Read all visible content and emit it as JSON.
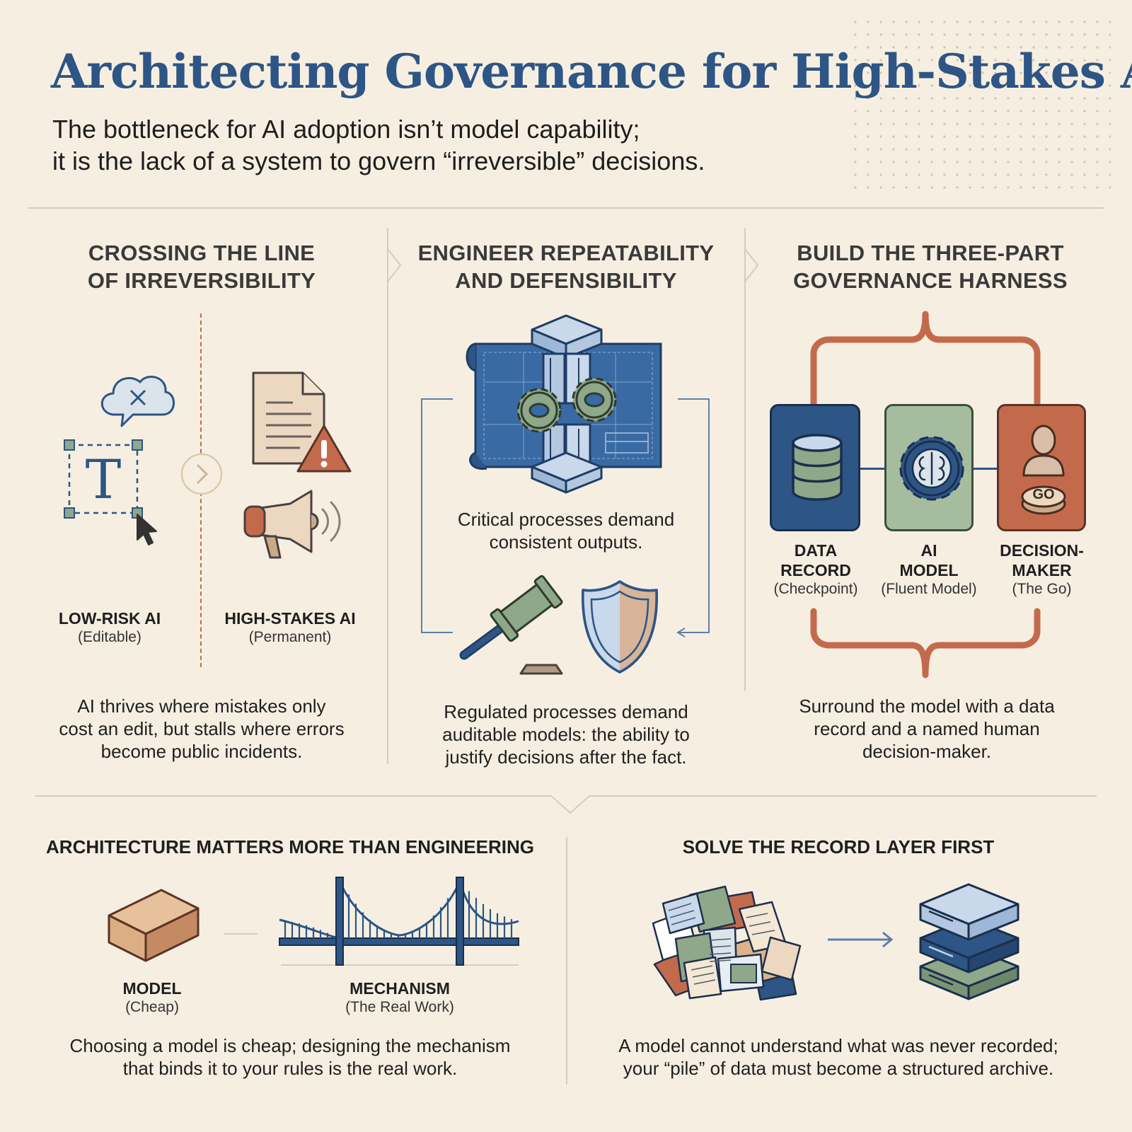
{
  "header": {
    "title": "Architecting Governance for High-Stakes AI",
    "subtitle_line1": "The bottleneck for AI adoption isn’t model capability;",
    "subtitle_line2": "it is the lack of a system to govern “irreversible” decisions."
  },
  "panel1": {
    "heading_line1": "CROSSING THE LINE",
    "heading_line2": "OF IRREVERSIBILITY",
    "left_label": "LOW-RISK AI",
    "left_sub": "(Editable)",
    "right_label": "HIGH-STAKES AI",
    "right_sub": "(Permanent)",
    "text_icon_glyph": "T",
    "body_line1": "AI thrives where mistakes only",
    "body_line2": "cost an edit, but stalls where errors",
    "body_line3": "become public incidents."
  },
  "panel2": {
    "heading_line1": "ENGINEER REPEATABILITY",
    "heading_line2": "AND DEFENSIBILITY",
    "mid_line1": "Critical processes demand",
    "mid_line2": "consistent outputs.",
    "body_line1": "Regulated processes demand",
    "body_line2": "auditable models: the ability to",
    "body_line3": "justify decisions after the fact."
  },
  "panel3": {
    "heading_line1": "BUILD THE THREE-PART",
    "heading_line2": "GOVERNANCE HARNESS",
    "go_label": "GO",
    "cards": [
      {
        "label_line1": "DATA",
        "label_line2": "RECORD",
        "sub": "(Checkpoint)"
      },
      {
        "label_line1": "AI",
        "label_line2": "MODEL",
        "sub": "(Fluent Model)"
      },
      {
        "label_line1": "DECISION-",
        "label_line2": "MAKER",
        "sub": "(The Go)"
      }
    ],
    "body_line1": "Surround the model with a data",
    "body_line2": "record and a named human",
    "body_line3": "decision-maker."
  },
  "panel4": {
    "heading": "ARCHITECTURE MATTERS MORE THAN ENGINEERING",
    "left_label": "MODEL",
    "left_sub": "(Cheap)",
    "right_label": "MECHANISM",
    "right_sub": "(The Real Work)",
    "body_line1": "Choosing a model is cheap; designing the mechanism",
    "body_line2": "that binds it to your rules is the real work."
  },
  "panel5": {
    "heading": "SOLVE THE RECORD LAYER FIRST",
    "body_line1": "A model cannot understand what was never recorded;",
    "body_line2": "your “pile” of data must become a structured archive."
  },
  "colors": {
    "navy": "#2d5585",
    "sage": "#8ea889",
    "rust": "#c46a4c",
    "cream": "#f6efe1",
    "tan": "#dcb48a"
  },
  "icons": [
    "speech-bubble-x-icon",
    "text-cursor-icon",
    "chevron-right-icon",
    "document-icon",
    "warning-icon",
    "megaphone-icon",
    "blueprint-pillars-icon",
    "gears-icon",
    "gavel-icon",
    "shield-icon",
    "database-icon",
    "brain-gear-icon",
    "person-icon",
    "go-button-icon",
    "brick-icon",
    "bridge-icon",
    "paper-pile-icon",
    "stacked-layers-icon",
    "arrow-right-icon"
  ]
}
